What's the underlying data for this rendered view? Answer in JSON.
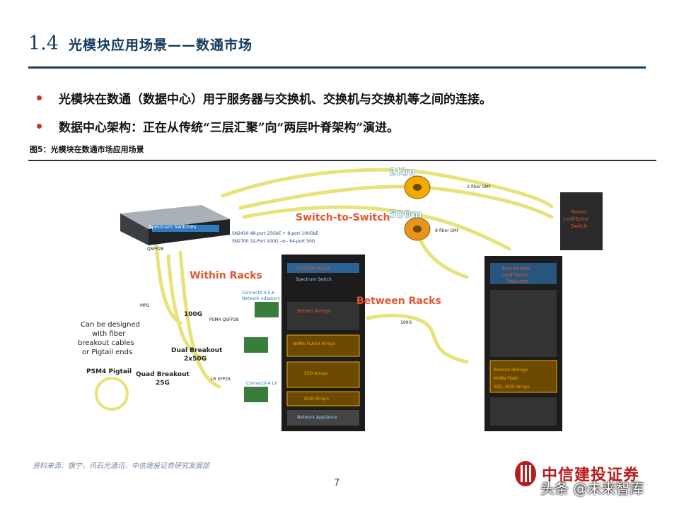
{
  "header": {
    "section_number": "1.4",
    "title": "光模块应用场景——数通市场"
  },
  "bullets": [
    "光模块在数通（数据中心）用于服务器与交换机、交换机与交换机等之间的连接。",
    "数据中心架构：正在从传统“三层汇聚”向“两层叶脊架构”演进。"
  ],
  "figure": {
    "caption": "图5：光模块在数通市场应用场景",
    "labels": {
      "km2": "2Km",
      "m500": "500m",
      "fiber2": "2-fiber SMF",
      "fiber8": "8-fiber SMF",
      "switch_to_switch": "Switch-to-Switch",
      "within_racks": "Within Racks",
      "between_racks": "Between Racks",
      "spectrum": "Spectrum Switches",
      "sn2410": "SN2410 48-port 25GbE + 8-port 100GbE",
      "sn2700": "SN2700 32-Port 100G –or– 64-port 50G",
      "qsfp28": "QSFP28",
      "mpo": "MPO",
      "g100": "100G",
      "g100b": "100G",
      "psm4_qsfp28": "PSM4 QSFP28",
      "connectx456": "ConnectX-4,5,6",
      "network_adapters": "Network adapters",
      "dual_breakout": "Dual Breakout",
      "x2_50g": "2x50G",
      "quad_breakout": "Quad Breakout",
      "g25": "25G",
      "lr_sfp28": "LR SFP28",
      "connectx4lx": "ConnectX-4 LX",
      "can_be_1": "Can be designed",
      "can_be_2": "with fiber",
      "can_be_3": "breakout cables",
      "can_be_4": "or Pigtail ends",
      "psm4_pigtail": "PSM4 Pigtail",
      "system_rack": "SYSTEM RACK",
      "spectrum_switch": "Spectrum Switch",
      "server_arrays": "Server Arrays",
      "nvme_flash": "NVMe FLASH Arrays",
      "ssd_arrays": "SSD Arrays",
      "hdd_arrays": "HDD Arrays",
      "network_appliance": "Network Appliance",
      "eor_1": "End-of-Row",
      "eor_2": "Leaf-Spine",
      "eor_3": "Switches",
      "remote_storage": "Remote Storage",
      "nvme_flash2": "NVMe Flash",
      "ssd_hdd": "SSD, HDD Arrays",
      "router_1": "Router",
      "router_2": "Leaf/Spine",
      "router_3": "Switch"
    }
  },
  "footer": {
    "source": "资料来源：旗宁，讯石光通讯，中信建投证券研究发展部",
    "page_number": "7",
    "logo_text": "中信建投证券",
    "watermark": "头条 @未来智库"
  },
  "colors": {
    "title": "#123b5e",
    "rule": "#15405e",
    "bullet": "#c0392b",
    "label_red": "#e4572e",
    "label_blue": "#2f7bbf",
    "cable": "#e8e27a",
    "rack": "#1c1c1c",
    "logo": "#b71c1c"
  }
}
